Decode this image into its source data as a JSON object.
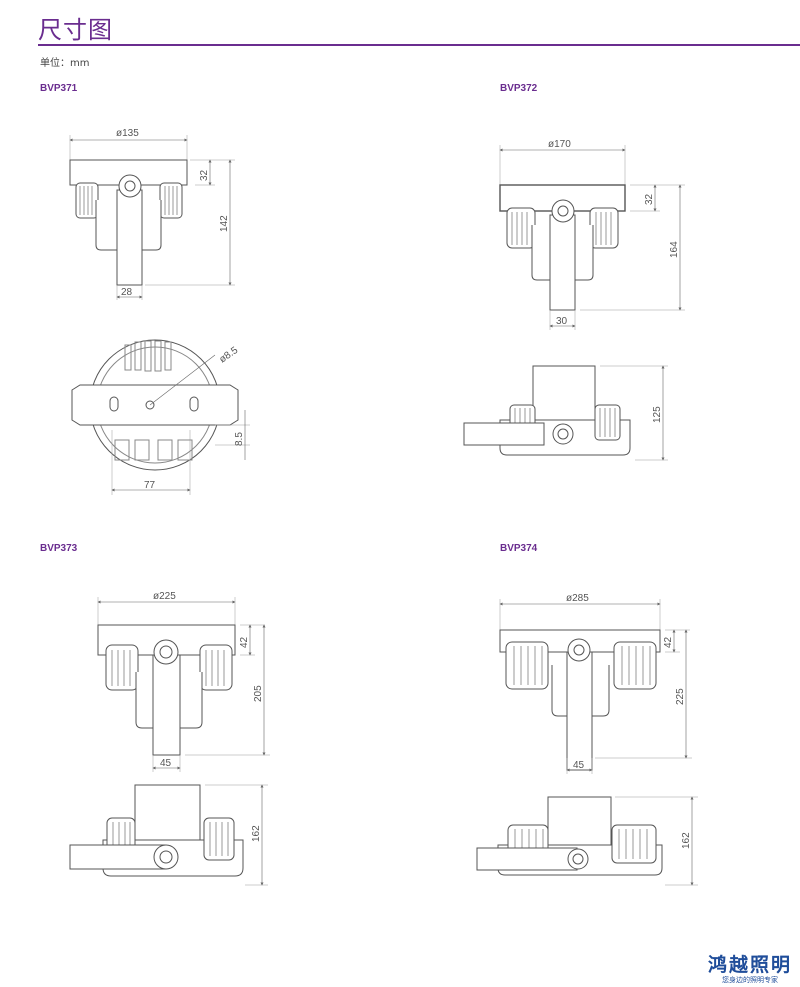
{
  "header": {
    "title": "尺寸图",
    "unit": "单位：mm"
  },
  "models": [
    {
      "name": "BVP371",
      "front_dims": {
        "diameter": "ø135",
        "top_height": "32",
        "height": "142",
        "stem_width": "28"
      },
      "bottom_dims": {
        "hole": "ø8.5",
        "offset": "8.5",
        "hole_spacing": "77"
      }
    },
    {
      "name": "BVP372",
      "front_dims": {
        "diameter": "ø170",
        "top_height": "32",
        "height": "164",
        "stem_width": "30"
      },
      "side_dims": {
        "height": "125"
      }
    },
    {
      "name": "BVP373",
      "front_dims": {
        "diameter": "ø225",
        "top_height": "42",
        "height": "205",
        "stem_width": "45"
      },
      "side_dims": {
        "height": "162"
      }
    },
    {
      "name": "BVP374",
      "front_dims": {
        "diameter": "ø285",
        "top_height": "42",
        "height": "225",
        "stem_width": "45"
      },
      "side_dims": {
        "height": "162"
      }
    }
  ],
  "brand": {
    "name": "鸿越照明",
    "slogan": "您身边的照明专家",
    "color": "#1f4d9a"
  },
  "accent_color": "#6a2d8f"
}
